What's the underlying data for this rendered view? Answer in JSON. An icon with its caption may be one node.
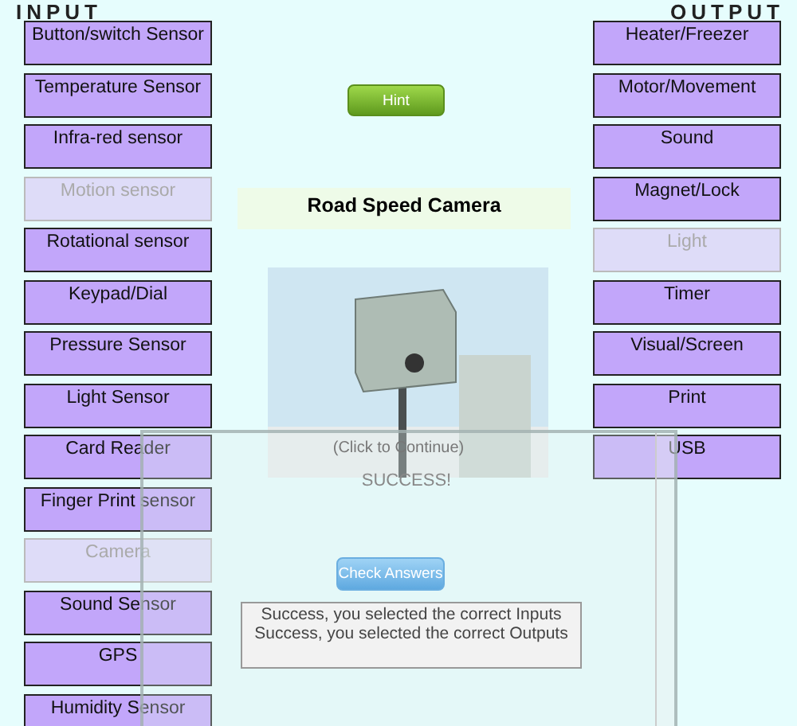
{
  "diagram": {
    "nodes": [
      {
        "text": [
          "Button/switch Sensor"
        ]
      },
      {
        "text": [
          "Temperature Sensor"
        ]
      },
      {
        "text": [
          "Infra-red sensor"
        ]
      },
      {
        "text": [
          "Motion sensor"
        ]
      },
      {
        "text": [
          "Rotational sensor"
        ]
      },
      {
        "text": [
          "Keypad/Dial"
        ]
      },
      {
        "text": [
          "Pressure Sensor"
        ]
      },
      {
        "text": [
          "Light Sensor"
        ]
      },
      {
        "text": [
          "Card Reader"
        ]
      },
      {
        "text": [
          "Finger Print sensor"
        ]
      },
      {
        "text": [
          "Camera"
        ]
      },
      {
        "text": [
          "Sound Sensor"
        ]
      },
      {
        "text": [
          "GPS"
        ]
      },
      {
        "text": [
          "Humidity Sensor"
        ]
      },
      {
        "text": [
          "Road Speed Camera"
        ]
      },
      {
        "text": [],
        "shape": "picture"
      },
      {
        "text": [
          "SUCCESS!"
        ]
      },
      {
        "text": [
          "Success, you selected the correct Inputs",
          "Success, you selected the correct Outputs"
        ],
        "in": 16
      },
      {
        "text": [
          "Heater/Freezer"
        ]
      },
      {
        "text": [
          "Motor/Movement"
        ]
      },
      {
        "text": [
          "Sound"
        ]
      },
      {
        "text": [
          "Magnet/Lock"
        ]
      },
      {
        "text": [
          "Light"
        ]
      },
      {
        "text": [
          "Timer"
        ]
      },
      {
        "text": [
          "Visual/Screen"
        ]
      },
      {
        "text": [
          "Print"
        ]
      },
      {
        "text": [
          "USB"
        ]
      }
    ],
    "edges": [],
    "labels": [
      "INPUT",
      "OUTPUT",
      "Hint",
      "(Click to Continue)",
      "Check Answers"
    ]
  }
}
